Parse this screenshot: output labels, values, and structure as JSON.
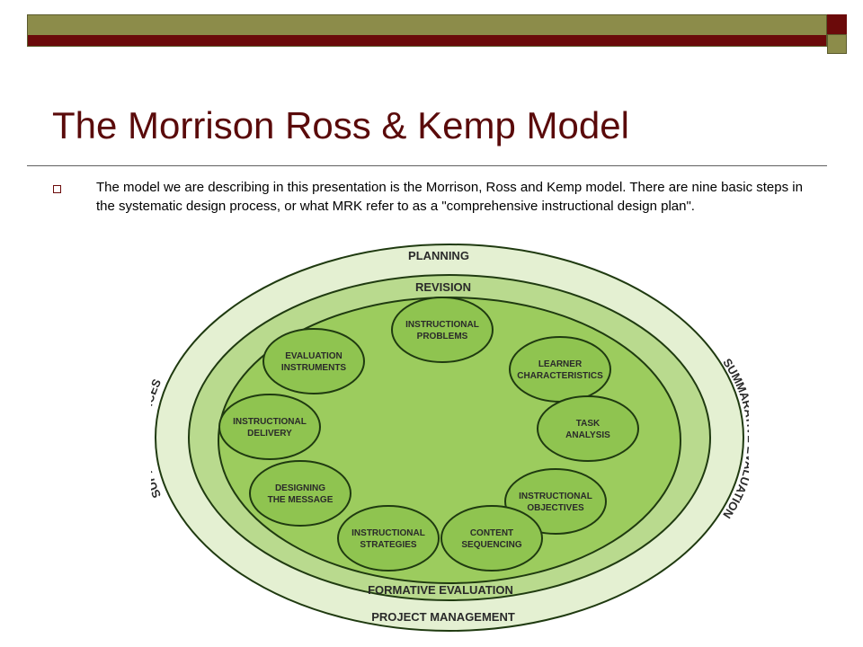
{
  "slide": {
    "title": "The Morrison Ross & Kemp Model",
    "bullet": "The model we are describing in this presentation is the Morrison, Ross and Kemp model.  There are nine basic steps in the systematic design process, or what MRK refer to as a \"comprehensive instructional design plan\"."
  },
  "diagram": {
    "colors": {
      "outer_fill": "#e4f0d2",
      "middle_fill": "#b9da8e",
      "inner_fill": "#9ccc5e",
      "node_fill": "#8fc450",
      "stroke": "#1f3a10"
    },
    "outer_ring": {
      "top": "PLANNING",
      "bottom": "PROJECT MANAGEMENT",
      "left": "SUPPORT SERVICES",
      "right": "SUMMARATIVE EVALUATION"
    },
    "middle_ring": {
      "top": "REVISION",
      "bottom": "FORMATIVE EVALUATION"
    },
    "steps": [
      [
        "INSTRUCTIONAL",
        "PROBLEMS"
      ],
      [
        "LEARNER",
        "CHARACTERISTICS"
      ],
      [
        "TASK",
        "ANALYSIS"
      ],
      [
        "INSTRUCTIONAL",
        "OBJECTIVES"
      ],
      [
        "CONTENT",
        "SEQUENCING"
      ],
      [
        "INSTRUCTIONAL",
        "STRATEGIES"
      ],
      [
        "DESIGNING",
        "THE MESSAGE"
      ],
      [
        "INSTRUCTIONAL",
        "DELIVERY"
      ],
      [
        "EVALUATION",
        "INSTRUMENTS"
      ]
    ]
  }
}
